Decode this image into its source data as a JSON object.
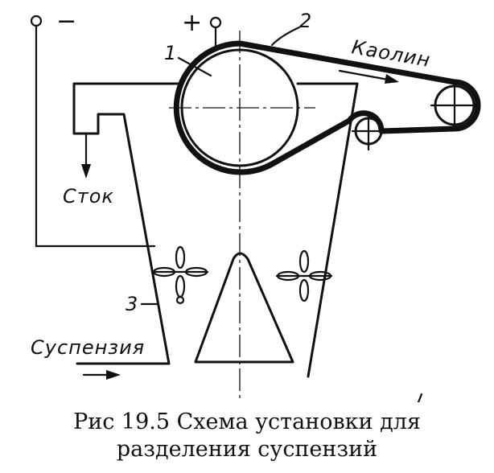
{
  "diagram": {
    "labels": {
      "minus": "−",
      "plus": "+",
      "n1": "1",
      "n2": "2",
      "n3": "3",
      "kaolin": "Каолин",
      "stok": "Сток",
      "suspension": "Суспензия"
    }
  },
  "caption": {
    "line1": "Рис  19.5  Схема  установки  для",
    "line2": "разделения суспензий"
  }
}
